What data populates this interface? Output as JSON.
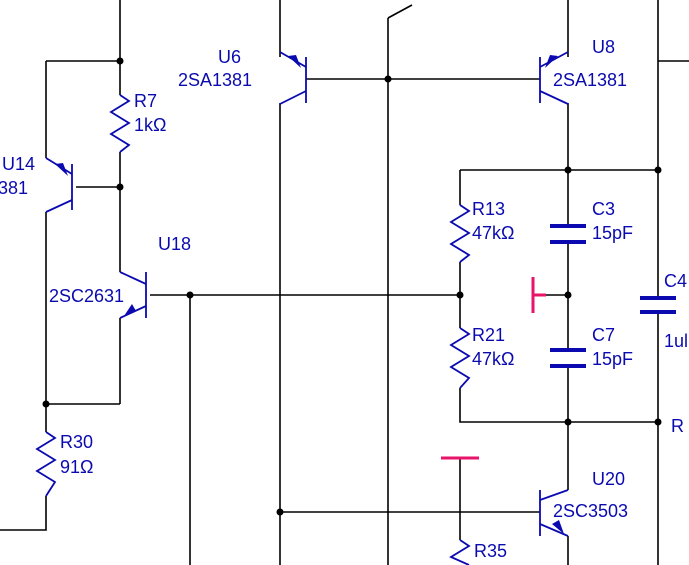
{
  "colors": {
    "wire": "#000000",
    "component": "#0a0ab0",
    "probe": "#e8146a"
  },
  "labels": {
    "u6_ref": "U6",
    "u6_part": "2SA1381",
    "u8_ref": "U8",
    "u8_part": "2SA1381",
    "u14_ref": "U14",
    "u14_part": "381",
    "u18_ref": "U18",
    "u18_part": "2SC2631",
    "u20_ref": "U20",
    "u20_part": "2SC3503",
    "r7_ref": "R7",
    "r7_val": "1kΩ",
    "r13_ref": "R13",
    "r13_val": "47kΩ",
    "r21_ref": "R21",
    "r21_val": "47kΩ",
    "r30_ref": "R30",
    "r30_val": "91Ω",
    "r35_ref": "R35",
    "c3_ref": "C3",
    "c3_val": "15pF",
    "c7_ref": "C7",
    "c7_val": "15pF",
    "c4_ref": "C4",
    "c4_val": "1ul",
    "r_edge": "R"
  }
}
